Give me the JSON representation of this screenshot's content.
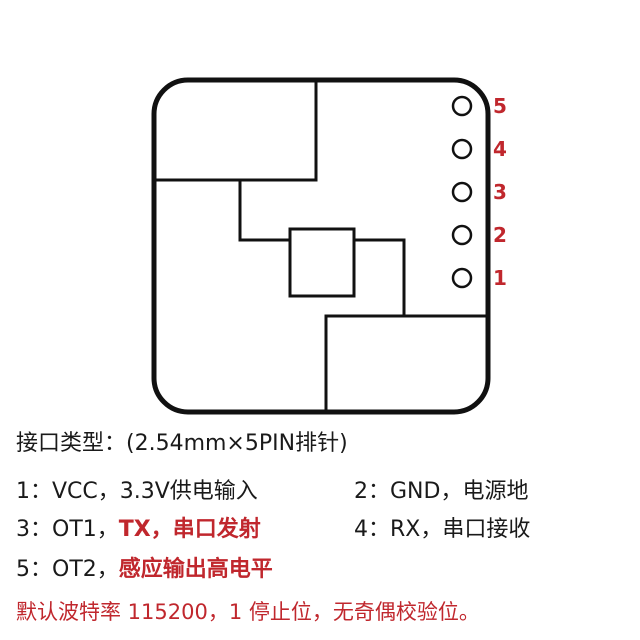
{
  "pins": [
    {
      "number": "5"
    },
    {
      "number": "4"
    },
    {
      "number": "3"
    },
    {
      "number": "2"
    },
    {
      "number": "1"
    }
  ],
  "colors": {
    "accent": "#c0272d",
    "text": "#1a1a1a",
    "outline": "#111111"
  },
  "interface_line": "接口类型：(2.54mm×5PIN排针)",
  "pin_desc": {
    "p1_label": "1：",
    "p1_value": "VCC，3.3V供电输入",
    "p2_label": "2：",
    "p2_value": "GND，电源地",
    "p3_label": "3：",
    "p3_prefix": "OT1，",
    "p3_red": "TX，串口发射",
    "p4_label": "4：",
    "p4_value": "RX，串口接收",
    "p5_label": "5：",
    "p5_prefix": "OT2，",
    "p5_red": "感应输出高电平"
  },
  "baud_line": "默认波特率 115200，1 停止位，无奇偶校验位。"
}
